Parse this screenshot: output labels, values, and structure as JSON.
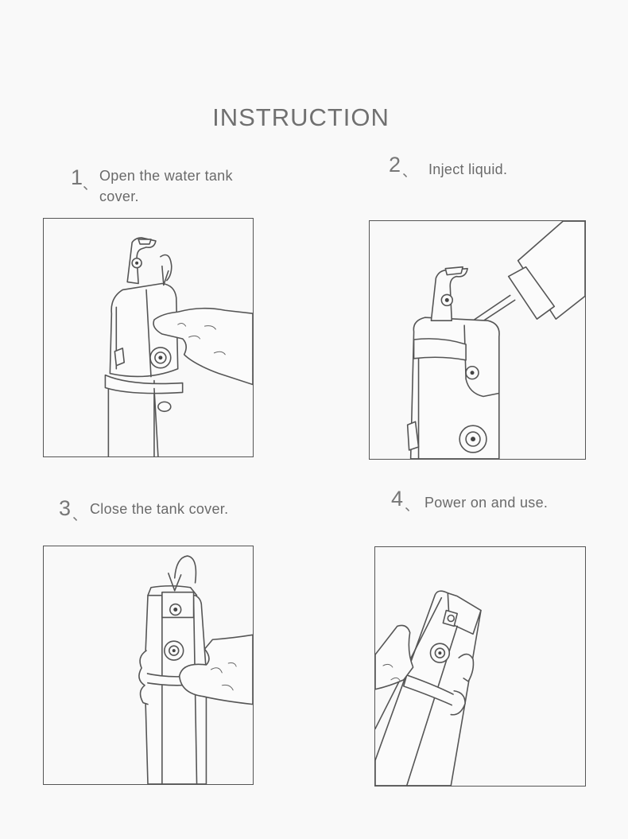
{
  "title": "INSTRUCTION",
  "steps": [
    {
      "number": "1",
      "separator": "、",
      "line1": "Open the water tank",
      "line2": "cover."
    },
    {
      "number": "2",
      "separator": "、",
      "line1": "Inject liquid.",
      "line2": ""
    },
    {
      "number": "3",
      "separator": "、",
      "line1": "Close the tank cover.",
      "line2": ""
    },
    {
      "number": "4",
      "separator": "、",
      "line1": "Power on and use.",
      "line2": ""
    }
  ],
  "colors": {
    "background": "#f9f9f9",
    "text": "#6d6d6d",
    "line": "#555555"
  }
}
